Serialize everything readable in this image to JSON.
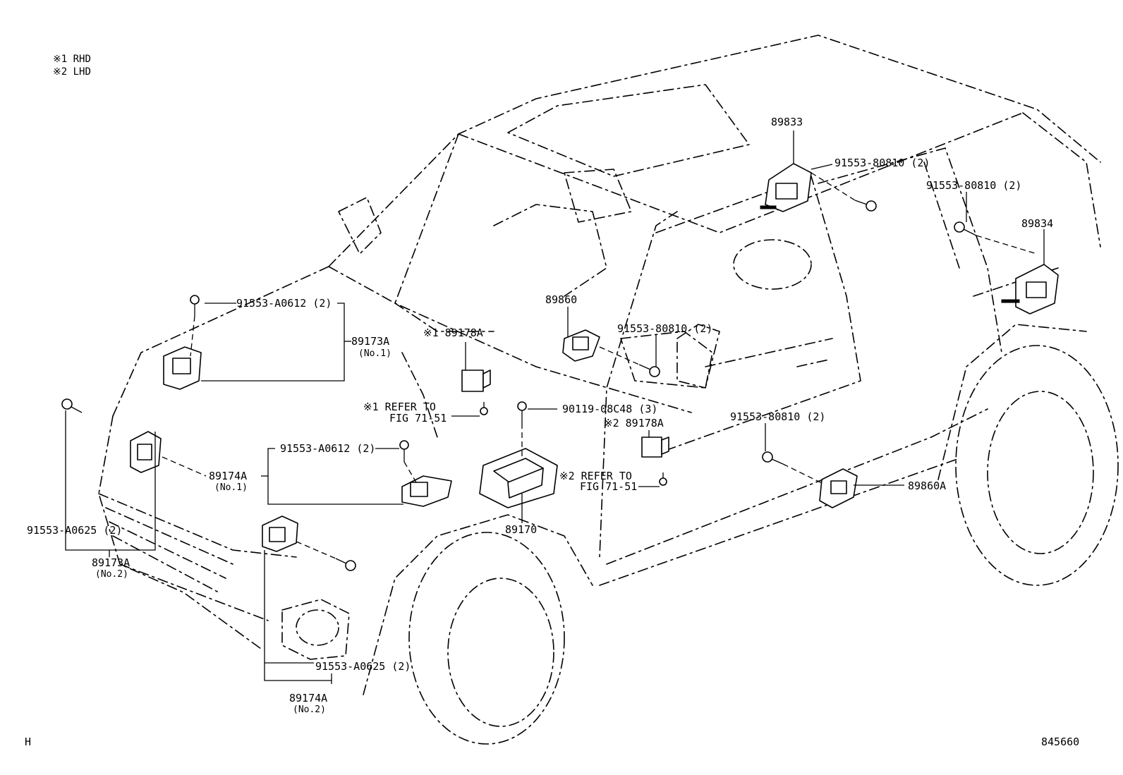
{
  "legend": {
    "rhd": "※1 RHD",
    "lhd": "※2 LHD"
  },
  "labels": {
    "p89833": "89833",
    "p89834": "89834",
    "p89860": "89860",
    "p89860a": "89860A",
    "p89170": "89170",
    "p89173a_no1": "89173A",
    "p89173a_no1_sub": "(No.1)",
    "p89173a_no2": "89173A",
    "p89173a_no2_sub": "(No.2)",
    "p89174a_no1": "89174A",
    "p89174a_no1_sub": "(No.1)",
    "p89174a_no2": "89174A",
    "p89174a_no2_sub": "(No.2)",
    "p89178a_rhd": "※1 89178A",
    "p89178a_lhd": "※2 89178A",
    "bolt_80810_top": "91553-80810 (2)",
    "bolt_80810_rear": "91553-80810 (2)",
    "bolt_80810_mid": "91553-80810 (2)",
    "bolt_80810_low": "91553-80810 (2)",
    "bolt_a0612_top": "91553-A0612 (2)",
    "bolt_a0612_mid": "91553-A0612 (2)",
    "bolt_a0625_left": "91553-A0625 (2)",
    "bolt_a0625_bottom": "91553-A0625 (2)",
    "bolt_90119": "90119-08C48 (3)",
    "refer_rhd_line1": "※1 REFER TO",
    "refer_rhd_line2": "FIG 71-51",
    "refer_lhd_line1": "※2 REFER TO",
    "refer_lhd_line2": "FIG 71-51"
  },
  "footer": {
    "left_code": "H",
    "diagram_number": "845660"
  }
}
